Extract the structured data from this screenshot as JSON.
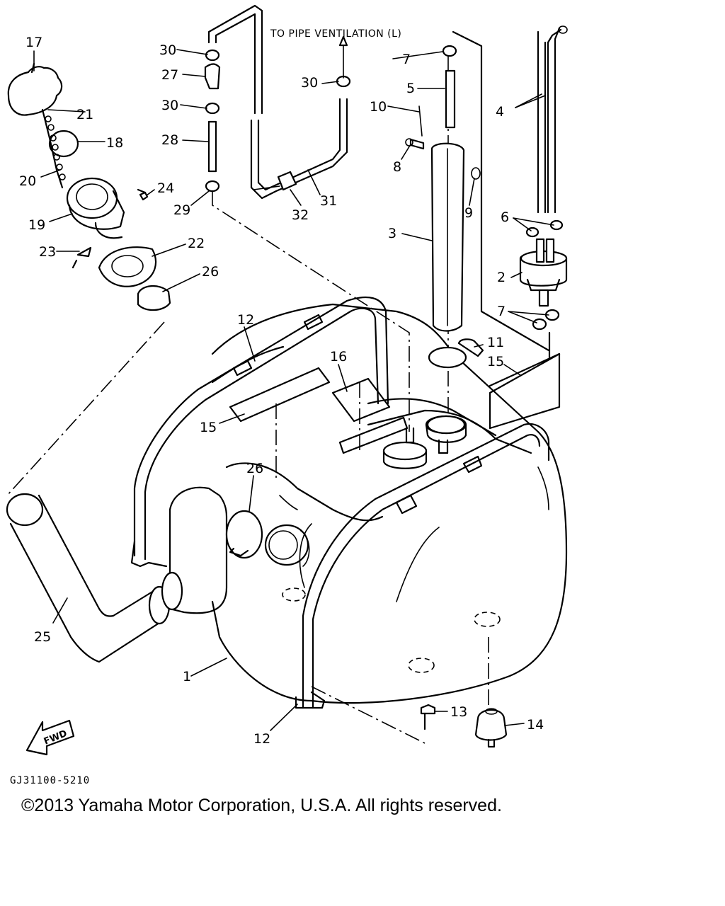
{
  "diagram": {
    "note": "TO PIPE VENTILATION (L)",
    "drawing_code": "GJ31100-5210",
    "copyright": "©2013 Yamaha Motor Corporation, U.S.A. All rights reserved.",
    "fwd_label": "FWD",
    "callouts": {
      "c1": "1",
      "c2": "2",
      "c3": "3",
      "c4": "4",
      "c5": "5",
      "c6": "6",
      "c7a": "7",
      "c7b": "7",
      "c8": "8",
      "c9": "9",
      "c10": "10",
      "c11": "11",
      "c12a": "12",
      "c12b": "12",
      "c13": "13",
      "c14": "14",
      "c15a": "15",
      "c15b": "15",
      "c16": "16",
      "c17": "17",
      "c18": "18",
      "c19": "19",
      "c20": "20",
      "c21": "21",
      "c22": "22",
      "c23": "23",
      "c24": "24",
      "c25": "25",
      "c26a": "26",
      "c26b": "26",
      "c27": "27",
      "c28": "28",
      "c29": "29",
      "c30a": "30",
      "c30b": "30",
      "c30c": "30",
      "c31": "31",
      "c32": "32"
    }
  }
}
